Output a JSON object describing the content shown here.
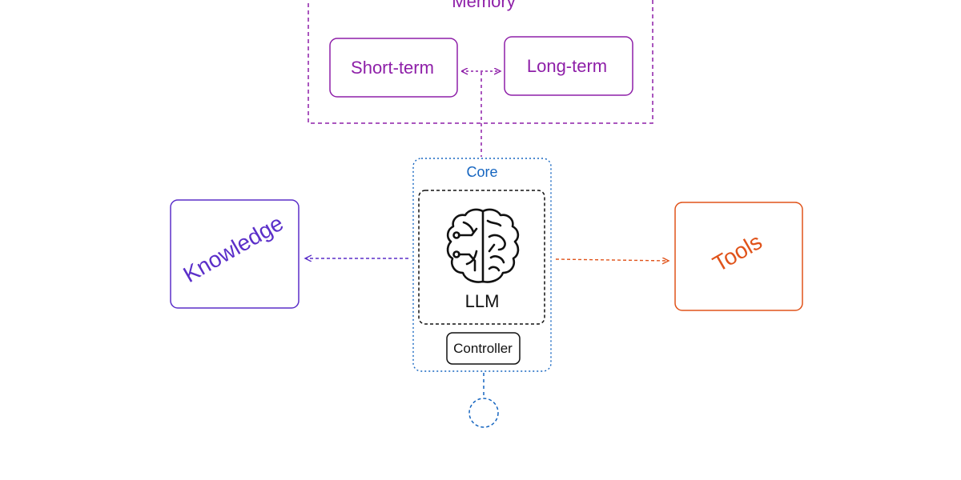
{
  "memory": {
    "title": "Memory",
    "short_term_label": "Short-term",
    "long_term_label": "Long-term",
    "color": "#8e1fa8"
  },
  "core": {
    "title": "Core",
    "llm_label": "LLM",
    "controller_label": "Controller",
    "color": "#1565c0"
  },
  "knowledge": {
    "label": "Knowledge",
    "color": "#5b2fc9"
  },
  "tools": {
    "label": "Tools",
    "color": "#e0531a"
  },
  "icons": {
    "llm": "brain-icon"
  }
}
